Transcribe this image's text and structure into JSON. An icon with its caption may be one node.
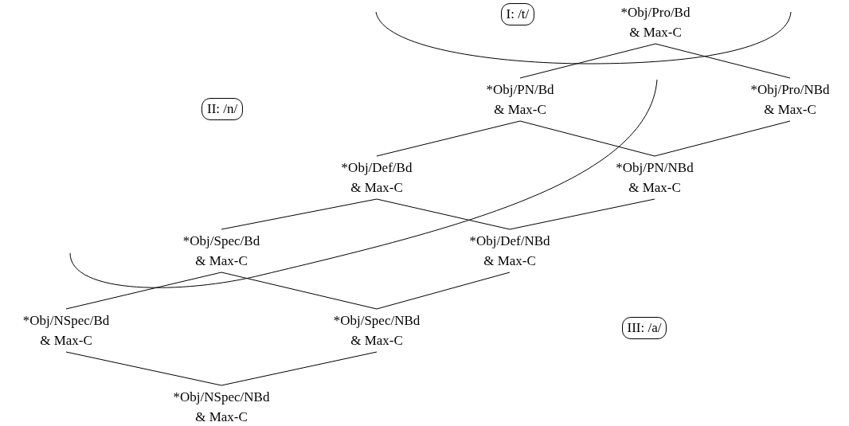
{
  "diagram": {
    "nodes": [
      {
        "text": [
          "*Obj/Pro/Bd & Max-C"
        ]
      },
      {
        "text": [
          "*Obj/PN/Bd & Max-C"
        ]
      },
      {
        "text": [
          "*Obj/Pro/NBd & Max-C"
        ]
      },
      {
        "text": [
          "*Obj/Def/Bd & Max-C"
        ]
      },
      {
        "text": [
          "*Obj/PN/NBd & Max-C"
        ]
      },
      {
        "text": [
          "*Obj/Spec/Bd & Max-C"
        ]
      },
      {
        "text": [
          "*Obj/Def/NBd & Max-C"
        ]
      },
      {
        "text": [
          "*Obj/NSpec/Bd & Max-C"
        ]
      },
      {
        "text": [
          "*Obj/Spec/NBd & Max-C"
        ]
      },
      {
        "text": [
          "*Obj/NSpec/NBd & Max-C"
        ]
      },
      {
        "text": [
          "I: /t/"
        ]
      },
      {
        "text": [
          "II: /n/"
        ]
      },
      {
        "text": [
          "III: /a/"
        ]
      }
    ],
    "edges": [
      {
        "from": 0,
        "to": 1,
        "arrow": "none"
      },
      {
        "from": 0,
        "to": 2,
        "arrow": "none"
      },
      {
        "from": 1,
        "to": 3,
        "arrow": "none"
      },
      {
        "from": 1,
        "to": 4,
        "arrow": "none"
      },
      {
        "from": 2,
        "to": 4,
        "arrow": "none"
      },
      {
        "from": 3,
        "to": 5,
        "arrow": "none"
      },
      {
        "from": 3,
        "to": 6,
        "arrow": "none"
      },
      {
        "from": 4,
        "to": 6,
        "arrow": "none"
      },
      {
        "from": 5,
        "to": 7,
        "arrow": "none"
      },
      {
        "from": 5,
        "to": 8,
        "arrow": "none"
      },
      {
        "from": 6,
        "to": 8,
        "arrow": "none"
      },
      {
        "from": 7,
        "to": 9,
        "arrow": "none"
      },
      {
        "from": 8,
        "to": 9,
        "arrow": "none"
      }
    ]
  }
}
